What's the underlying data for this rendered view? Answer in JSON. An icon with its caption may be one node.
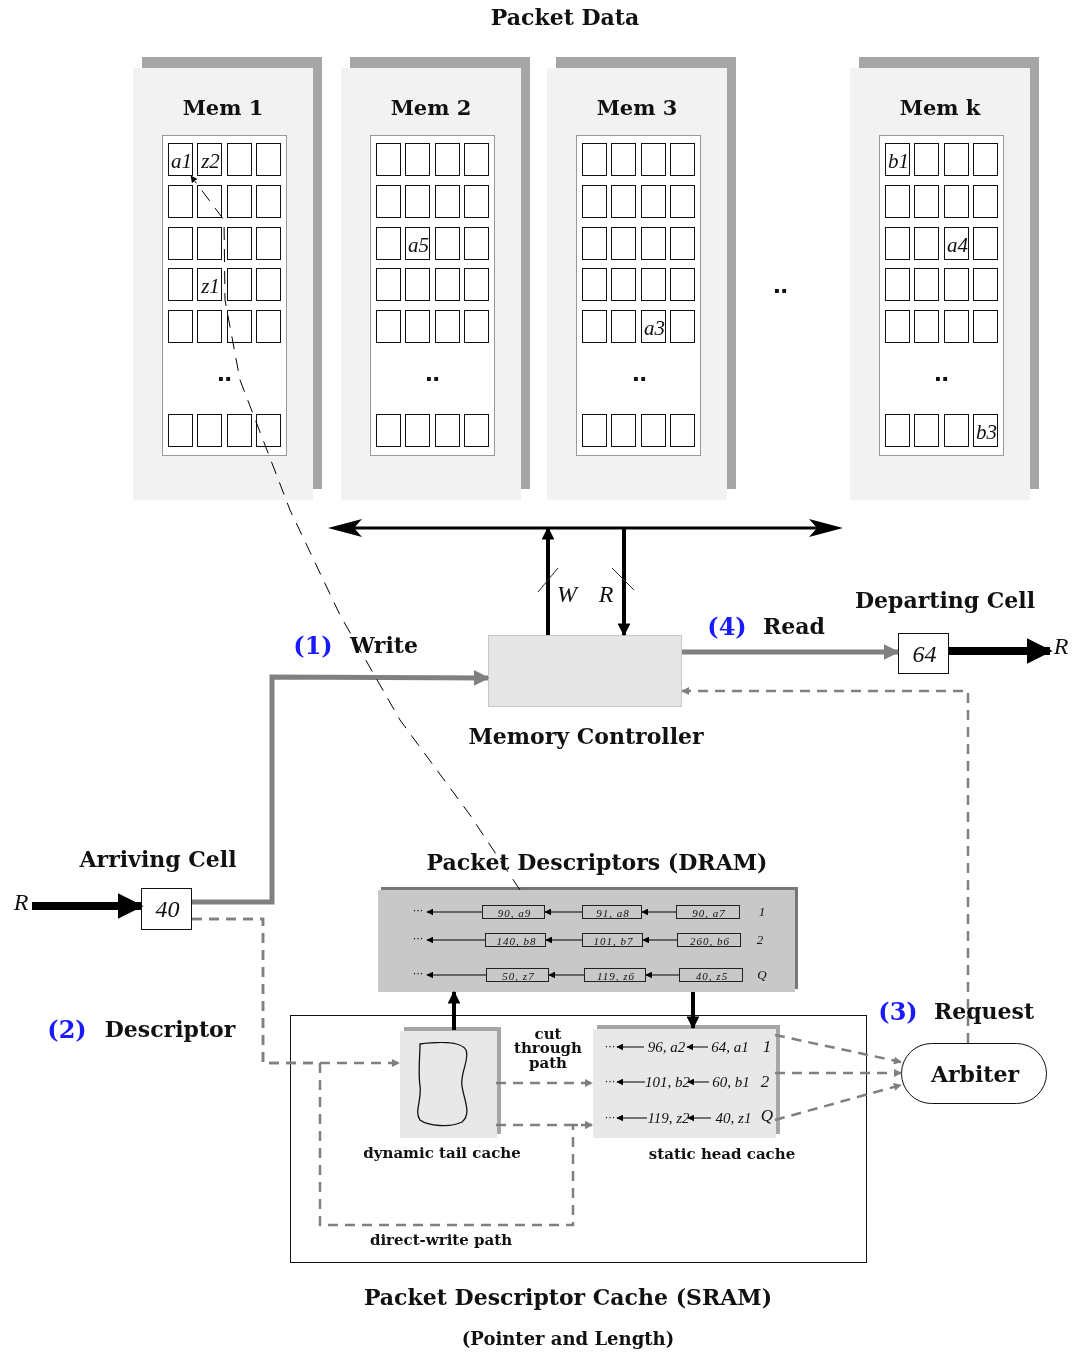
{
  "diagram": {
    "title": "Packet Data",
    "nodes": [
      {
        "text": [
          "Mem 1"
        ]
      },
      {
        "text": [
          "a1"
        ],
        "in": 0
      },
      {
        "text": [
          "z2"
        ],
        "in": 0
      },
      {
        "text": [
          "z1"
        ],
        "in": 0
      },
      {
        "text": [
          "Mem 2"
        ]
      },
      {
        "text": [
          "a5"
        ],
        "in": 4
      },
      {
        "text": [
          "Mem 3"
        ]
      },
      {
        "text": [
          "a3"
        ],
        "in": 6
      },
      {
        "text": [
          "Mem k"
        ]
      },
      {
        "text": [
          "b1"
        ],
        "in": 8
      },
      {
        "text": [
          "a4"
        ],
        "in": 8
      },
      {
        "text": [
          "b3"
        ],
        "in": 8
      },
      {
        "text": [
          "Memory Controller"
        ]
      },
      {
        "text": [
          "64"
        ],
        "beside": [
          "Departing Cell"
        ]
      },
      {
        "text": [
          "40"
        ],
        "beside": [
          "Arriving Cell"
        ]
      },
      {
        "text": [
          "Packet Descriptors (DRAM)"
        ]
      },
      {
        "text": [
          "90, a9"
        ],
        "in": 15
      },
      {
        "text": [
          "91, a8"
        ],
        "in": 15
      },
      {
        "text": [
          "90, a7"
        ],
        "in": 15
      },
      {
        "text": [
          "140, b8"
        ],
        "in": 15
      },
      {
        "text": [
          "101, b7"
        ],
        "in": 15
      },
      {
        "text": [
          "260, b6"
        ],
        "in": 15
      },
      {
        "text": [
          "50, z7"
        ],
        "in": 15
      },
      {
        "text": [
          "119, z6"
        ],
        "in": 15
      },
      {
        "text": [
          "40, z5"
        ],
        "in": 15
      },
      {
        "text": [
          "Packet Descriptor Cache (SRAM)",
          "(Pointer and Length)"
        ]
      },
      {
        "text": [
          "dynamic tail cache"
        ],
        "in": 25
      },
      {
        "text": [
          "static head cache"
        ],
        "in": 25
      },
      {
        "text": [
          "96, a2"
        ],
        "in": 27
      },
      {
        "text": [
          "64, a1"
        ],
        "in": 27
      },
      {
        "text": [
          "101, b2"
        ],
        "in": 27
      },
      {
        "text": [
          "60, b1"
        ],
        "in": 27
      },
      {
        "text": [
          "119, z2"
        ],
        "in": 27
      },
      {
        "text": [
          "40, z1"
        ],
        "in": 27
      },
      {
        "text": [
          "Arbiter"
        ]
      },
      {
        "text": [],
        "shape": "bar"
      },
      {
        "text": [
          "R"
        ]
      },
      {
        "text": [
          "R"
        ]
      },
      {
        "text": [
          "···"
        ],
        "in": 15
      },
      {
        "text": [
          "···"
        ],
        "in": 15
      },
      {
        "text": [
          "···"
        ],
        "in": 15
      },
      {
        "text": [
          "···"
        ],
        "in": 27
      },
      {
        "text": [
          "···"
        ],
        "in": 27
      },
      {
        "text": [
          "···"
        ],
        "in": 27
      }
    ],
    "edges": [
      {
        "from": 14,
        "to": 12,
        "arrow": "to",
        "label": "Write",
        "style": "thick",
        "color": "#808080"
      },
      {
        "from": 12,
        "to": 13,
        "arrow": "to",
        "label": "Read",
        "style": "thick",
        "color": "#808080"
      },
      {
        "from": 13,
        "to": 36,
        "arrow": "to",
        "style": "thick"
      },
      {
        "from": 37,
        "to": 14,
        "arrow": "to",
        "style": "thick"
      },
      {
        "from": 12,
        "to": 35,
        "arrow": "to",
        "label": "W",
        "style": "thick"
      },
      {
        "from": 35,
        "to": 12,
        "arrow": "to",
        "label": "R",
        "style": "thick"
      },
      {
        "from": 14,
        "to": 26,
        "arrow": "to",
        "label": "Descriptor",
        "style": "dashed",
        "color": "#808080"
      },
      {
        "from": 14,
        "to": 27,
        "arrow": "to",
        "label": "direct-write path",
        "style": "dashed",
        "color": "#808080"
      },
      {
        "from": 26,
        "to": 27,
        "arrow": "to",
        "label": "cut through path",
        "style": "dashed",
        "color": "#808080"
      },
      {
        "from": 26,
        "to": 27,
        "arrow": "to",
        "style": "dashed",
        "color": "#808080"
      },
      {
        "from": 26,
        "to": 15,
        "arrow": "to",
        "style": "thick"
      },
      {
        "from": 15,
        "to": 27,
        "arrow": "to",
        "style": "thick"
      },
      {
        "from": 27,
        "to": 34,
        "arrow": "to",
        "style": "dashed",
        "color": "#808080"
      },
      {
        "from": 27,
        "to": 34,
        "arrow": "to",
        "style": "dashed",
        "color": "#808080"
      },
      {
        "from": 27,
        "to": 34,
        "arrow": "to",
        "style": "dashed",
        "color": "#808080"
      },
      {
        "from": 34,
        "to": 12,
        "arrow": "to",
        "label": "Request",
        "style": "dashed",
        "color": "#808080"
      },
      {
        "from": 15,
        "to": 1,
        "arrow": "to",
        "style": "dashed"
      },
      {
        "from": 18,
        "to": 17,
        "arrow": "to"
      },
      {
        "from": 17,
        "to": 16,
        "arrow": "to"
      },
      {
        "from": 16,
        "to": 38,
        "arrow": "to"
      },
      {
        "from": 21,
        "to": 20,
        "arrow": "to"
      },
      {
        "from": 20,
        "to": 19,
        "arrow": "to"
      },
      {
        "from": 19,
        "to": 39,
        "arrow": "to"
      },
      {
        "from": 24,
        "to": 23,
        "arrow": "to"
      },
      {
        "from": 23,
        "to": 22,
        "arrow": "to"
      },
      {
        "from": 22,
        "to": 40,
        "arrow": "to"
      },
      {
        "from": 29,
        "to": 28,
        "arrow": "to"
      },
      {
        "from": 28,
        "to": 41,
        "arrow": "to"
      },
      {
        "from": 31,
        "to": 30,
        "arrow": "to"
      },
      {
        "from": 30,
        "to": 42,
        "arrow": "to"
      },
      {
        "from": 33,
        "to": 32,
        "arrow": "to"
      },
      {
        "from": 32,
        "to": 43,
        "arrow": "to"
      }
    ],
    "labels": [
      "..",
      "..",
      "..",
      "..",
      "..",
      "(1)",
      "(4)",
      "(2)",
      "(3)",
      "1",
      "2",
      "Q",
      "1",
      "2",
      "Q"
    ]
  }
}
